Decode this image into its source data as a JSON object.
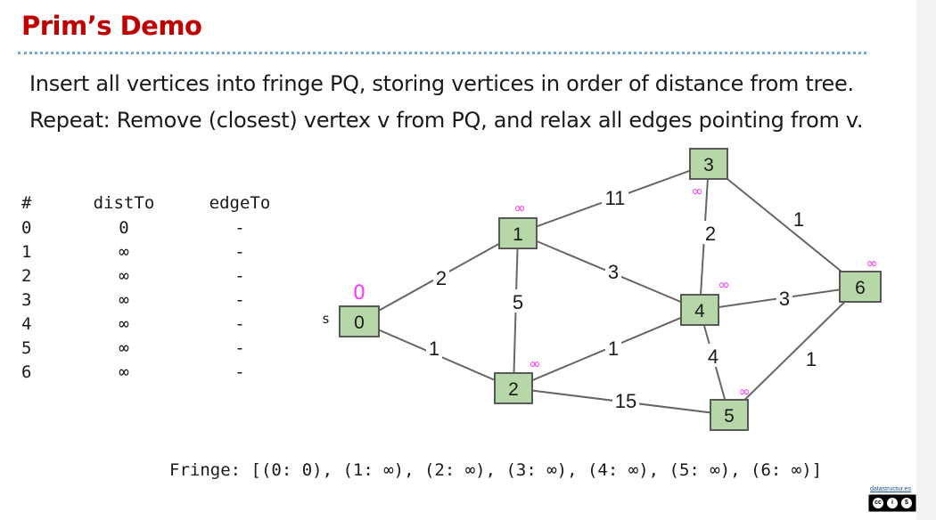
{
  "slide": {
    "title": "Prim’s Demo",
    "line1": "Insert all vertices into fringe PQ, storing vertices in order of distance from tree.",
    "line2": "Repeat: Remove (closest) vertex v from PQ, and relax all edges pointing from v."
  },
  "table": {
    "headers": {
      "idx": "#",
      "dist": "distTo",
      "edge": "edgeTo"
    },
    "rows": [
      {
        "idx": "0",
        "dist": "0",
        "edge": "-"
      },
      {
        "idx": "1",
        "dist": "∞",
        "edge": "-"
      },
      {
        "idx": "2",
        "dist": "∞",
        "edge": "-"
      },
      {
        "idx": "3",
        "dist": "∞",
        "edge": "-"
      },
      {
        "idx": "4",
        "dist": "∞",
        "edge": "-"
      },
      {
        "idx": "5",
        "dist": "∞",
        "edge": "-"
      },
      {
        "idx": "6",
        "dist": "∞",
        "edge": "-"
      }
    ]
  },
  "graph": {
    "source_label": "s",
    "nodes": [
      {
        "id": "0",
        "dist": "0"
      },
      {
        "id": "1",
        "dist": "∞"
      },
      {
        "id": "2",
        "dist": "∞"
      },
      {
        "id": "3",
        "dist": "∞"
      },
      {
        "id": "4",
        "dist": "∞"
      },
      {
        "id": "5",
        "dist": "∞"
      },
      {
        "id": "6",
        "dist": "∞"
      }
    ],
    "edges": [
      {
        "from": "0",
        "to": "1",
        "weight": "2"
      },
      {
        "from": "0",
        "to": "2",
        "weight": "1"
      },
      {
        "from": "1",
        "to": "2",
        "weight": "5"
      },
      {
        "from": "1",
        "to": "3",
        "weight": "11"
      },
      {
        "from": "1",
        "to": "4",
        "weight": "3"
      },
      {
        "from": "2",
        "to": "4",
        "weight": "1"
      },
      {
        "from": "2",
        "to": "5",
        "weight": "15"
      },
      {
        "from": "3",
        "to": "4",
        "weight": "2"
      },
      {
        "from": "3",
        "to": "6",
        "weight": "1"
      },
      {
        "from": "4",
        "to": "6",
        "weight": "3"
      },
      {
        "from": "4",
        "to": "5",
        "weight": "4"
      },
      {
        "from": "5",
        "to": "6",
        "weight": "1"
      }
    ]
  },
  "fringe": {
    "text": "Fringe: [(0: 0), (1: ∞), (2: ∞), (3: ∞), (4: ∞), (5: ∞), (6: ∞)]"
  },
  "footer": {
    "brand": "datastructur.es",
    "license_icon": "cc-by-nc-sa-icon"
  },
  "colors": {
    "title": "#c00000",
    "rule": "#6fa8dc",
    "node_fill": "#b6d7a8",
    "node_stroke": "#595959",
    "edge": "#666666",
    "distance": "#ff33ff"
  }
}
